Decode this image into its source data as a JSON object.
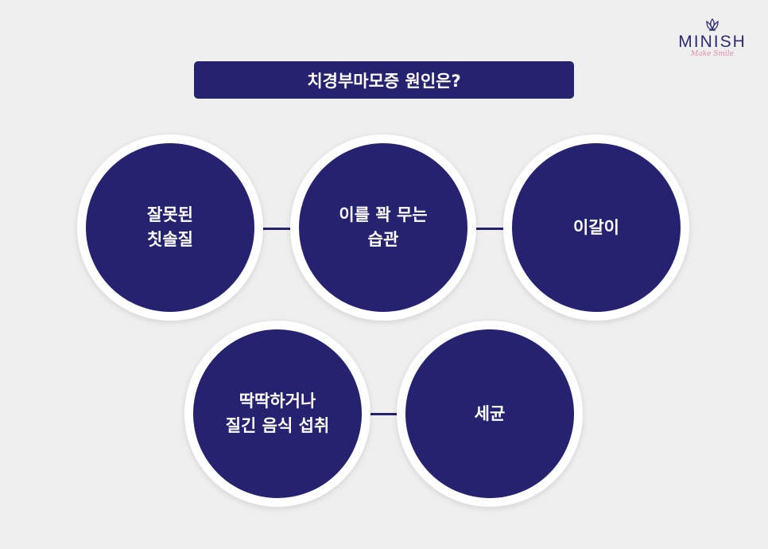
{
  "title": "치경부마모증 원인은?",
  "logo": {
    "brand": "MINISH",
    "tagline": "Make Smile"
  },
  "causes": [
    {
      "line1": "잘못된",
      "line2": "칫솔질"
    },
    {
      "line1": "이를 꽉 무는",
      "line2": "습관"
    },
    {
      "line1": "이갈이",
      "line2": ""
    },
    {
      "line1": "딱딱하거나",
      "line2": "질긴 음식 섭취"
    },
    {
      "line1": "세균",
      "line2": ""
    }
  ],
  "colors": {
    "navy": "#252270",
    "background": "#efefef",
    "accent_pink": "#e28aa4"
  }
}
